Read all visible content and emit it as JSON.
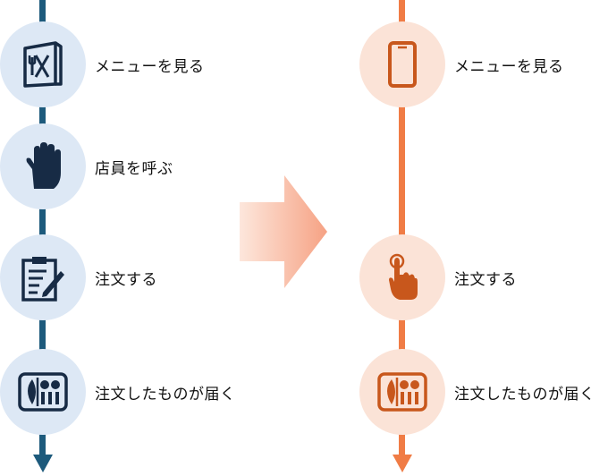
{
  "colors": {
    "before_line": "#1d5a7c",
    "before_circle": "#dde8f5",
    "before_icon": "#172b45",
    "after_line": "#f07c45",
    "after_circle": "#fbe3d7",
    "after_icon": "#c8571c"
  },
  "before": {
    "steps": [
      {
        "icon": "menu-book-icon",
        "label": "メニューを見る"
      },
      {
        "icon": "raised-hand-icon",
        "label": "店員を呼ぶ"
      },
      {
        "icon": "clipboard-pen-icon",
        "label": "注文する"
      },
      {
        "icon": "meal-tray-icon",
        "label": "注文したものが届く"
      }
    ]
  },
  "after": {
    "steps": [
      {
        "icon": "smartphone-icon",
        "label": "メニューを見る"
      },
      {
        "icon": "tap-finger-icon",
        "label": "注文する"
      },
      {
        "icon": "meal-tray-icon",
        "label": "注文したものが届く"
      }
    ]
  },
  "transition_icon": "right-arrow-icon"
}
